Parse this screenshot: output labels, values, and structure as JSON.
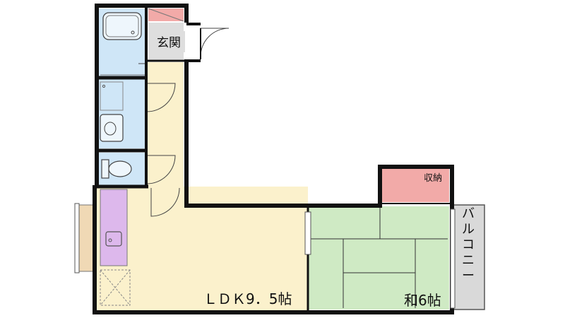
{
  "rooms": {
    "entrance": "玄関",
    "ldk": "ＬＤＫ9．5帖",
    "washitsu": "和6帖",
    "storage": "収納",
    "balcony": [
      "バ",
      "ル",
      "コ",
      "ニ",
      "ー"
    ]
  },
  "colors": {
    "wall": "#111111",
    "ldk_floor": "#fbf1cc",
    "wet_area": "#cfe6f7",
    "tatami": "#cfeac4",
    "storage": "#f2aaa8",
    "entrance_floor": "#dedede",
    "balcony": "#d9d9d9",
    "kitchen_counter": "#ddb8ec",
    "window_wood": "#f0d9b5"
  }
}
